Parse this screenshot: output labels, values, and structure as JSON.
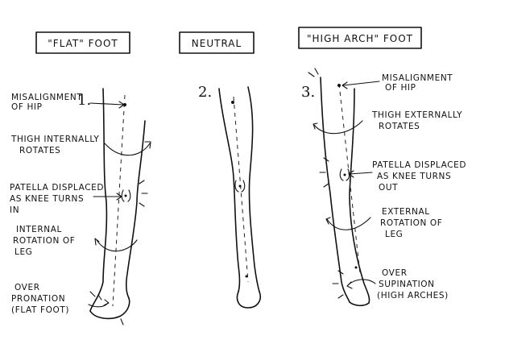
{
  "columns": [
    {
      "id": "flat",
      "header": "\"FLAT\" FOOT",
      "number": "1.",
      "labels": [
        [
          "MISALIGNMENT",
          "OF HIP"
        ],
        [
          "THIGH INTERNALLY",
          "ROTATES"
        ],
        [
          "PATELLA DISPLACED",
          "AS KNEE TURNS",
          "IN"
        ],
        [
          "INTERNAL",
          "ROTATION OF",
          "LEG"
        ],
        [
          "OVER",
          "PRONATION",
          "(FLAT FOOT)"
        ]
      ]
    },
    {
      "id": "neutral",
      "header": "NEUTRAL",
      "number": "2.",
      "labels": []
    },
    {
      "id": "high-arch",
      "header": "\"HIGH ARCH\" FOOT",
      "number": "3.",
      "labels": [
        [
          "MISALIGNMENT",
          "OF HIP"
        ],
        [
          "THIGH EXTERNALLY",
          "ROTATES"
        ],
        [
          "PATELLA DISPLACED",
          "AS KNEE TURNS",
          "OUT"
        ],
        [
          "EXTERNAL",
          "ROTATION OF",
          "LEG"
        ],
        [
          "OVER",
          "SUPINATION",
          "(HIGH ARCHES)"
        ]
      ]
    }
  ]
}
